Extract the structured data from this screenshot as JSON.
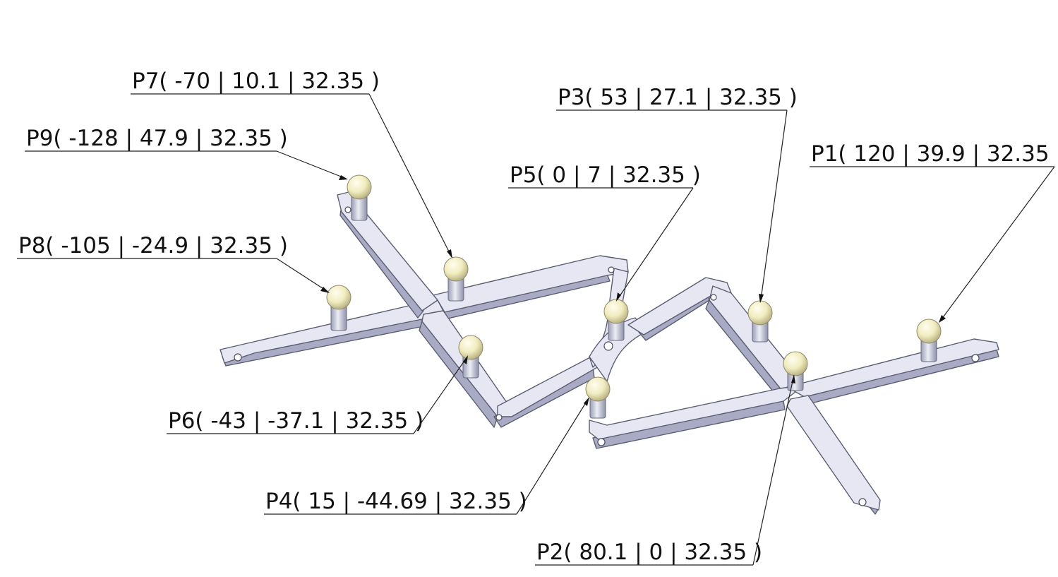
{
  "diagram": {
    "points": [
      {
        "id": "P1",
        "label": "P1( 120 | 39.9 | 32.35 )"
      },
      {
        "id": "P2",
        "label": "P2( 80.1 | 0 | 32.35 )"
      },
      {
        "id": "P3",
        "label": "P3( 53 | 27.1 | 32.35 )"
      },
      {
        "id": "P4",
        "label": "P4( 15 | -44.69 | 32.35 )"
      },
      {
        "id": "P5",
        "label": "P5( 0 | 7 | 32.35 )"
      },
      {
        "id": "P6",
        "label": "P6( -43 | -37.1 | 32.35 )"
      },
      {
        "id": "P7",
        "label": "P7( -70 | 10.1 | 32.35 )"
      },
      {
        "id": "P8",
        "label": "P8( -105 | -24.9 | 32.35 )"
      },
      {
        "id": "P9",
        "label": "P9( -128 | 47.9 | 32.35 )"
      }
    ],
    "colors": {
      "frame_top": "#e6e7f2",
      "frame_side": "#a9abc4",
      "ball": "#f3efc4",
      "leader": "#222222"
    }
  }
}
